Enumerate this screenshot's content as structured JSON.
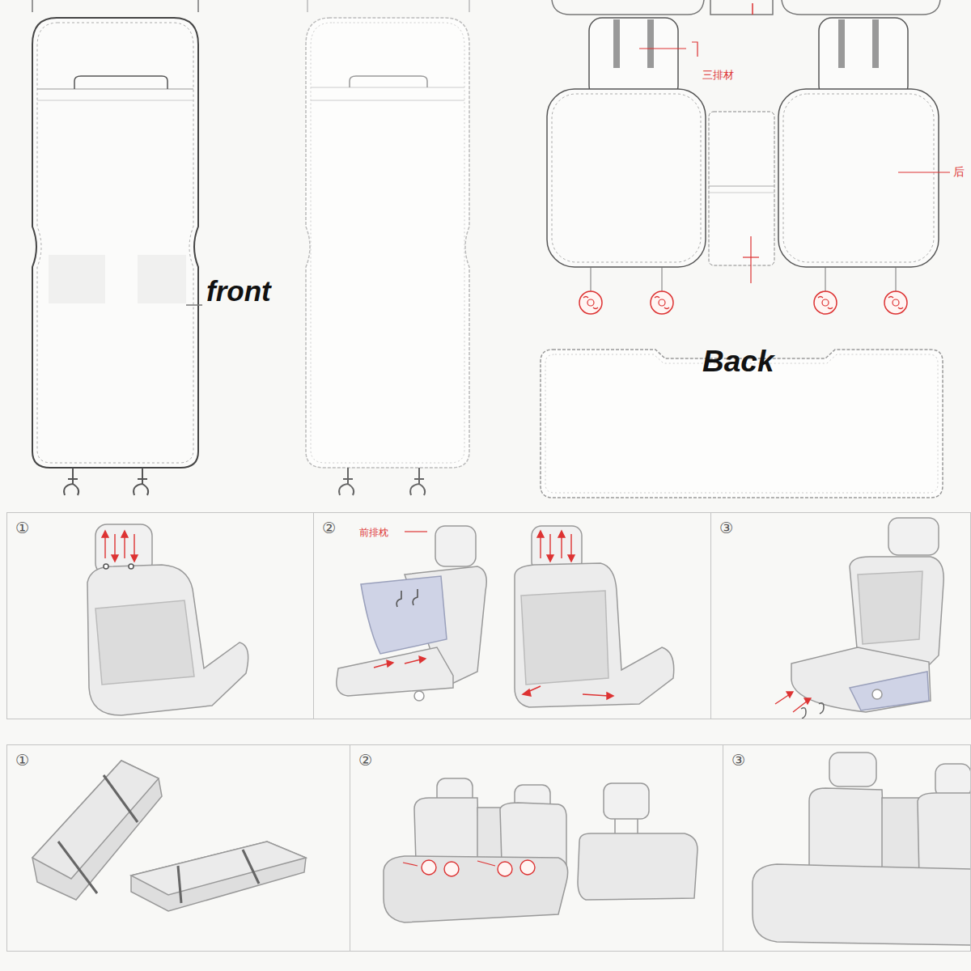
{
  "diagram": {
    "nodes": [
      {
        "text": [
          "①"
        ]
      },
      {
        "text": [
          "②"
        ]
      },
      {
        "text": [
          "③"
        ]
      },
      {
        "text": [
          "①"
        ]
      },
      {
        "text": [
          "②"
        ]
      },
      {
        "text": [
          "③"
        ]
      }
    ],
    "labels": [
      "front",
      "Back",
      "三排材",
      "后",
      "前排枕"
    ]
  }
}
